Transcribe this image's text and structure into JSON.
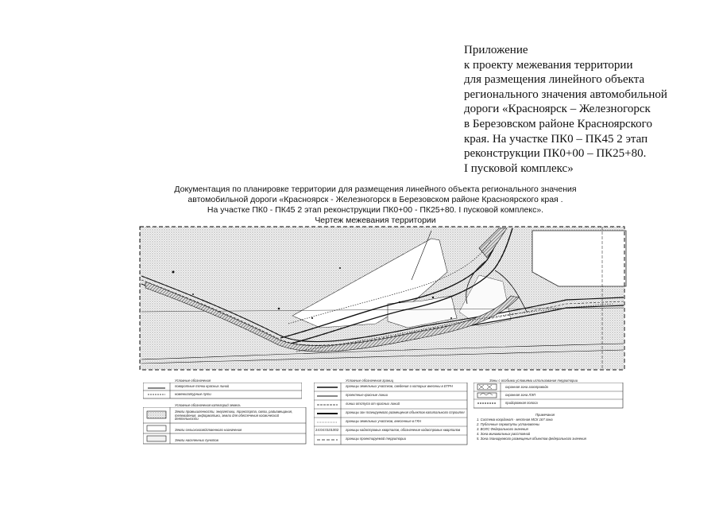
{
  "appendix": {
    "lines": [
      "Приложение",
      "к проекту межевания территории",
      "для размещения линейного объекта",
      "регионального значения автомобильной",
      "дороги «Красноярск – Железногорск",
      "в Березовском районе Красноярского",
      "края. На участке ПК0 – ПК45 2 этап",
      "реконструкции ПК0+00 – ПК25+80.",
      "I пусковой комплекс»"
    ]
  },
  "document_title": {
    "lines": [
      "Документация по планировке территории для размещения линейного объекта регионального значения",
      "автомобильной дороги «Красноярск - Железногорск в Березовском районе Красноярского края .",
      "На участке ПК0 - ПК45 2 этап реконструкции ПК0+00 - ПК25+80. I пусковой комплекс».",
      "Чертеж межевания территории"
    ]
  },
  "legend": {
    "col1": {
      "header": "Условные обозначения",
      "rows": [
        "поворотные точки красных линий",
        "номенклатурные пути"
      ],
      "subheader": "Условные обозначения категорий земель",
      "zones": [
        "Земли промышленности, энергетики, транспорта, связи, радиовещания, телевидения, информатики, земли для обеспечения космической деятельности",
        "Земли сельскохозяйственного назначения",
        "Земли населенных пунктов"
      ]
    },
    "col2": {
      "header": "Условные обозначения границ",
      "rows": [
        "границы земельных участков, сведения о которых внесены в ЕГРН",
        "проектные красные линии",
        "линии отступа от красных линий",
        "границы зон планируемого размещения объектов капитального строительства",
        "границы земельных участков, внесенные в ГКН",
        "границы кадастровых кварталов, обозначение кадастровых кварталов",
        "границы проектируемой территории"
      ],
      "quarter_code": "24:04:0101002"
    },
    "col3": {
      "header": "Зоны с особыми условиями использования территории",
      "rows": [
        "охранная зона газопровода",
        "охранная зона ЛЭП",
        "придорожная полоса"
      ],
      "notes_header": "Примечания",
      "notes": [
        "1. Система координат - местная МСК 167 зона",
        "2. Публичные сервитуты установлены",
        "3. ВОЛС Федерального значения",
        "4. Зона минимальных расстояний",
        "5. Зона планируемого размещения объектов федерального значения"
      ]
    }
  }
}
